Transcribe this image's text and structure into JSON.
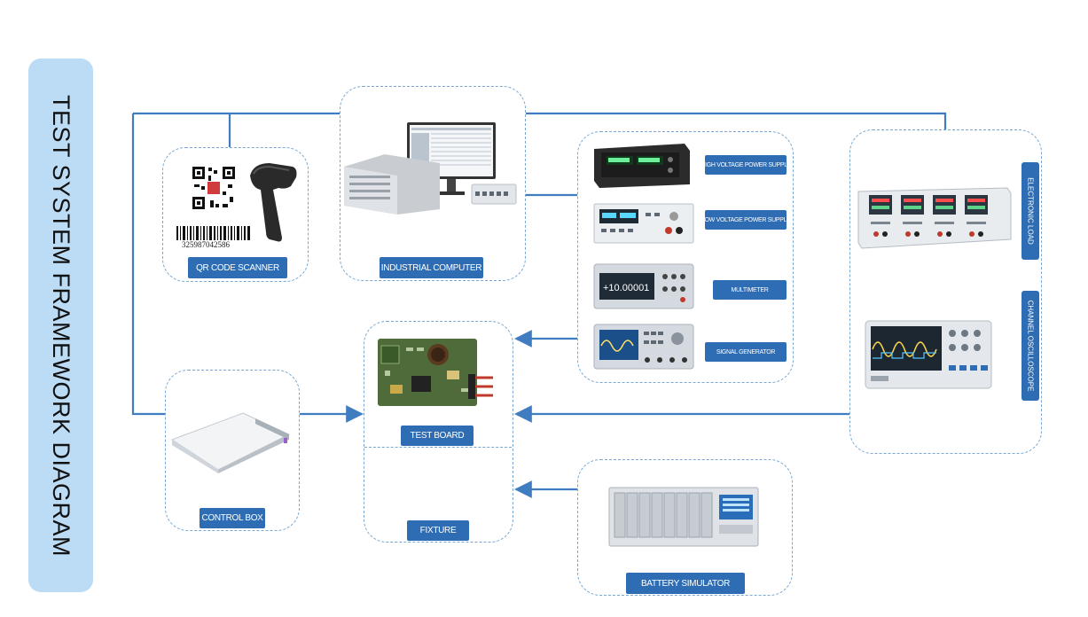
{
  "title": "TEST SYSTEM FRAMEWORK DIAGRAM",
  "nodes": {
    "qr_scanner": {
      "label": "QR CODE SCANNER",
      "barcode_number": "325987042586"
    },
    "industrial_computer": {
      "label": "INDUSTRIAL COMPUTER"
    },
    "hv_power_supply": {
      "label": "HIGH VOLTAGE POWER SUPPLY"
    },
    "lv_power_supply": {
      "label": "LOW VOLTAGE POWER SUPPLY"
    },
    "multimeter": {
      "label": "MULTIMETER",
      "display": "+10.00001"
    },
    "signal_generator": {
      "label": "SIGNAL GENERATOR"
    },
    "electronic_load": {
      "label": "ELECTRONIC LOAD"
    },
    "oscilloscope": {
      "label": "CHANNEL OSCILLOSCOPE"
    },
    "test_board": {
      "label": "TEST BOARD"
    },
    "fixture": {
      "label": "FIXTURE"
    },
    "control_box": {
      "label": "CONTROL BOX"
    },
    "battery_simulator": {
      "label": "BATTERY SIMULATOR"
    }
  },
  "colors": {
    "accent": "#2e6db3",
    "wire": "#3f7cc0",
    "title_bg": "#bcdcf6",
    "card_border": "#7aa6d2"
  }
}
